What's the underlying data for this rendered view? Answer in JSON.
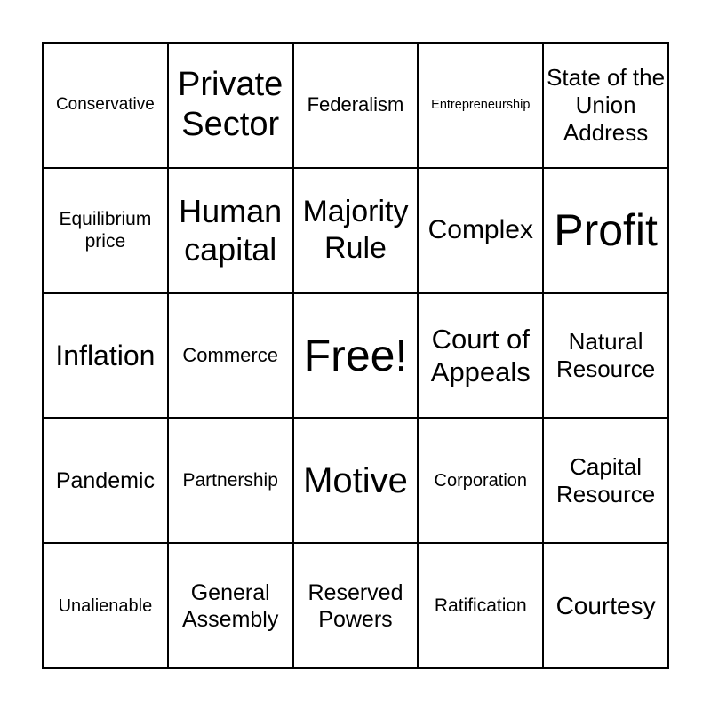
{
  "cells": [
    "Conservative",
    "Private Sector",
    "Federalism",
    "Entrepreneurship",
    "State of the Union Address",
    "Equilibrium price",
    "Human capital",
    "Majority Rule",
    "Complex",
    "Profit",
    "Inflation",
    "Commerce",
    "Free!",
    "Court of Appeals",
    "Natural Resource",
    "Pandemic",
    "Partnership",
    "Motive",
    "Corporation",
    "Capital Resource",
    "Unalienable",
    "General Assembly",
    "Reserved Powers",
    "Ratification",
    "Courtesy"
  ]
}
